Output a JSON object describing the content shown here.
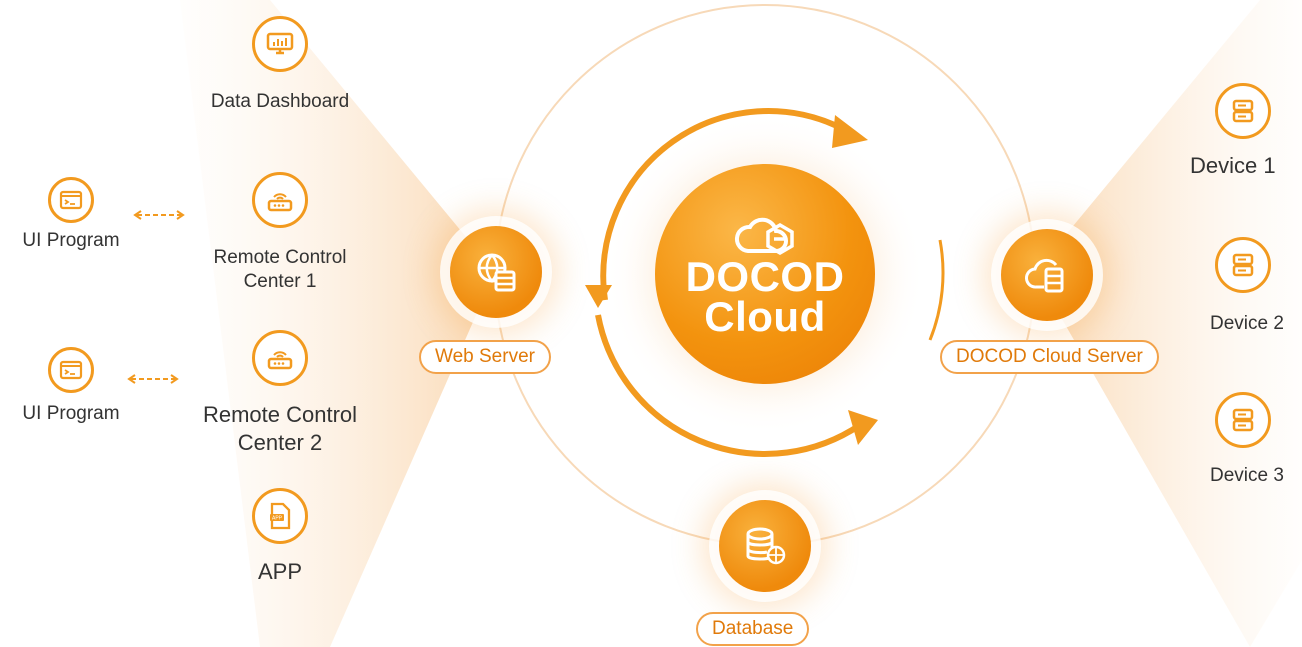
{
  "left_nodes": {
    "data_dashboard": "Data Dashboard",
    "ui_program_1": "UI Program",
    "remote_control_center_1": "Remote Control\nCenter 1",
    "ui_program_2": "UI Program",
    "remote_control_center_2": "Remote Control\nCenter 2",
    "app": "APP"
  },
  "hubs": {
    "web_server": "Web Server",
    "docod_cloud_server": "DOCOD Cloud Server",
    "database": "Database"
  },
  "core": {
    "line1": "DOCOD",
    "line2": "Cloud"
  },
  "devices": [
    "Device 1",
    "Device 2",
    "Device 3"
  ],
  "colors": {
    "accent": "#f29a1f",
    "accent_dark": "#e07a0a",
    "fan": "#fbe3c8"
  },
  "icons": {
    "data_dashboard": "monitor-chart-icon",
    "remote_control": "router-icon",
    "ui_program": "terminal-window-icon",
    "app": "app-file-icon",
    "web_server": "globe-server-icon",
    "cloud_server": "cloud-server-icon",
    "database": "database-globe-icon",
    "device": "server-unit-icon",
    "core": "cloud-logo-icon"
  }
}
